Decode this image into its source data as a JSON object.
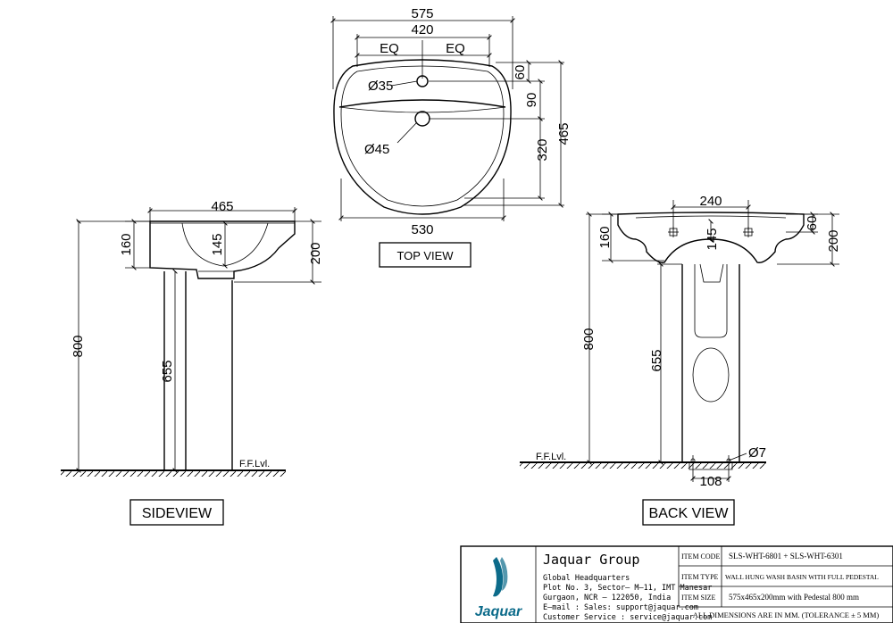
{
  "top_view": {
    "label": "TOP VIEW",
    "dims": {
      "overall_width": "575",
      "holes_width": "420",
      "eq_left": "EQ",
      "eq_right": "EQ",
      "bottom_width": "530",
      "d60": "60",
      "d90": "90",
      "d320": "320",
      "d465": "465",
      "hole_small": "Ø35",
      "hole_large": "Ø45"
    }
  },
  "side_view": {
    "label": "SIDEVIEW",
    "dims": {
      "depth": "465",
      "basin_height": "160",
      "bowl_depth": "145",
      "overall_height": "200",
      "total_height": "800",
      "pedestal_height": "655"
    },
    "floor_label": "F.F.Lvl."
  },
  "back_view": {
    "label": "BACK VIEW",
    "dims": {
      "fixing_spacing": "240",
      "d60": "60",
      "basin_height": "160",
      "bowl_depth": "145",
      "overall_height": "200",
      "total_height": "800",
      "pedestal_height": "655",
      "fix_hole": "Ø7",
      "base_width": "108"
    },
    "floor_label": "F.F.Lvl."
  },
  "title_block": {
    "company": "Jaquar Group",
    "logo_text": "Jaquar",
    "address": [
      "Global Headquarters",
      "Plot No. 3, Sector– M–11, IMT Manesar",
      "Gurgaon, NCR – 122050, India",
      "E–mail :  Sales:  support@jaquar.com",
      "Customer Service :  service@jaquar.com"
    ],
    "rows": [
      {
        "key": "ITEM CODE",
        "value": "SLS-WHT-6801 + SLS-WHT-6301"
      },
      {
        "key": "ITEM TYPE",
        "value": "WALL HUNG WASH BASIN WITH FULL PEDESTAL"
      },
      {
        "key": "ITEM SIZE",
        "value": "575x465x200mm with Pedestal 800 mm"
      }
    ],
    "footer": "ALL DIMENSIONS ARE IN MM. (TOLERANCE ± 5 MM)"
  }
}
